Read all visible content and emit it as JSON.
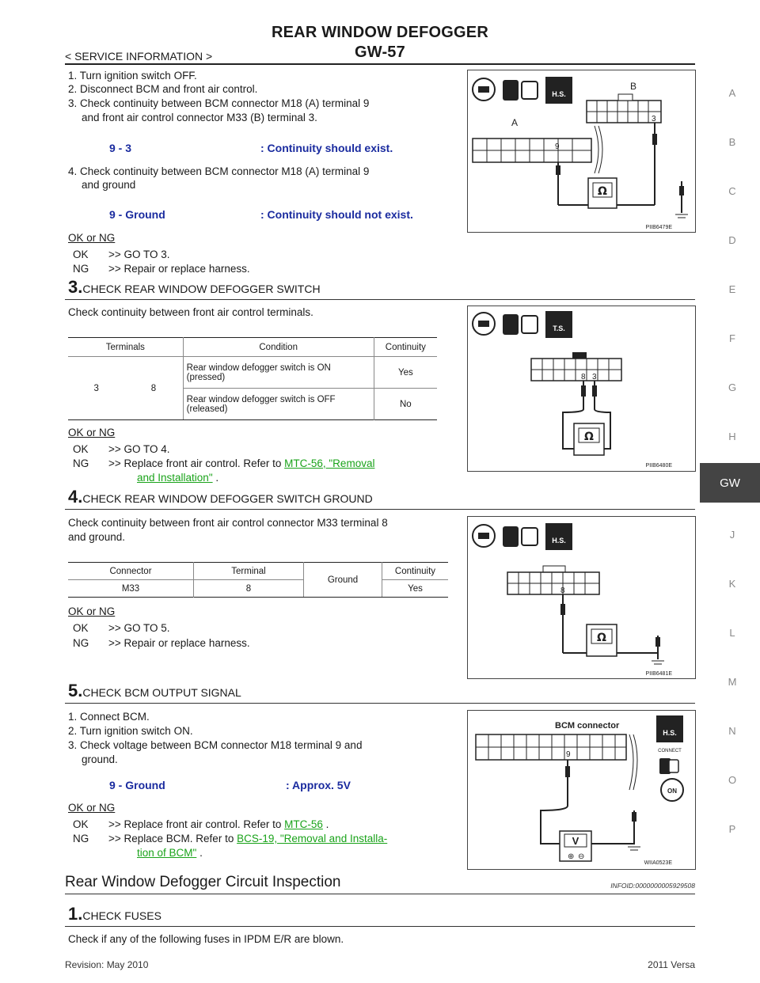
{
  "header": {
    "title": "REAR WINDOW DEFOGGER",
    "code": "GW-57",
    "subtitle": "< SERVICE INFORMATION >"
  },
  "side_index": {
    "letters": [
      "A",
      "B",
      "C",
      "D",
      "E",
      "F",
      "G",
      "H",
      "GW",
      "J",
      "K",
      "L",
      "M",
      "N",
      "O",
      "P"
    ],
    "active": "GW"
  },
  "step2": {
    "l1": "1. Turn ignition switch OFF.",
    "l2": "2. Disconnect BCM and front air control.",
    "l3a": "3. Check continuity between BCM connector M18 (A) terminal 9",
    "l3b": "and front air control connector M33 (B) terminal 3.",
    "spec1_label": "9 - 3",
    "spec1_value": ": Continuity should exist.",
    "l4a": "4. Check continuity between BCM connector M18 (A) terminal 9",
    "l4b": "and ground",
    "spec2_label": "9 - Ground",
    "spec2_value": ": Continuity should not exist.",
    "okng": "OK or NG",
    "ok": "OK",
    "ok_text": ">> GO TO 3.",
    "ng": "NG",
    "ng_text": ">> Repair or replace harness.",
    "figure": {
      "id": "PIIB6479E",
      "label_a": "A",
      "label_b": "B",
      "pin_a": "9",
      "pin_b": "3",
      "badge1": "OFF",
      "badge2": "H.S."
    }
  },
  "step3": {
    "num": "3.",
    "title": "CHECK REAR WINDOW DEFOGGER SWITCH",
    "desc": "Check continuity between front air control terminals.",
    "table": {
      "headers": [
        "Terminals",
        "Condition",
        "Continuity"
      ],
      "t1": "3",
      "t2": "8",
      "row1_cond_a": "Rear window defogger switch is ON",
      "row1_cond_b": "(pressed)",
      "row1_cont": "Yes",
      "row2_cond_a": "Rear window defogger switch is OFF",
      "row2_cond_b": "(released)",
      "row2_cont": "No"
    },
    "okng": "OK or NG",
    "ok": "OK",
    "ok_text": ">> GO TO 4.",
    "ng": "NG",
    "ng_text": ">> Replace front air control. Refer to",
    "ng_link_a": "MTC-56, \"Removal",
    "ng_link_b": "and Installation\"",
    "ng_end": ".",
    "figure": {
      "id": "PIIB6480E",
      "pin_8": "8",
      "pin_3": "3",
      "badge1": "OFF",
      "badge2": "T.S."
    }
  },
  "step4": {
    "num": "4.",
    "title": "CHECK REAR WINDOW DEFOGGER SWITCH GROUND",
    "desc_a": "Check continuity between front air control connector M33 terminal 8",
    "desc_b": "and ground.",
    "table": {
      "headers": [
        "Connector",
        "Terminal",
        "Continuity"
      ],
      "ground": "Ground",
      "connector": "M33",
      "terminal": "8",
      "continuity": "Yes"
    },
    "okng": "OK or NG",
    "ok": "OK",
    "ok_text": ">> GO TO 5.",
    "ng": "NG",
    "ng_text": ">> Repair or replace harness.",
    "figure": {
      "id": "PIIB6481E",
      "pin": "8",
      "badge1": "OFF",
      "badge2": "H.S."
    }
  },
  "step5": {
    "num": "5.",
    "title": "CHECK BCM OUTPUT SIGNAL",
    "l1": "1. Connect BCM.",
    "l2": "2. Turn ignition switch ON.",
    "l3a": "3. Check voltage between BCM connector M18 terminal 9 and",
    "l3b": "ground.",
    "spec_label": "9 - Ground",
    "spec_value": ": Approx. 5V",
    "okng": "OK or NG",
    "ok": "OK",
    "ok_text": ">> Replace front air control. Refer to",
    "ok_link": "MTC-56",
    "ok_end": ".",
    "ng": "NG",
    "ng_text": ">> Replace BCM. Refer to",
    "ng_link_a": "BCS-19, \"Removal and Installa-",
    "ng_link_b": "tion of BCM\"",
    "ng_end": ".",
    "figure": {
      "id": "WIIA0523E",
      "title": "BCM connector",
      "pin": "9",
      "meter": "V",
      "plus": "⊕",
      "minus": "⊖",
      "badge_hs": "H.S.",
      "connect": "CONNECT",
      "badge_on": "ON"
    }
  },
  "section": {
    "title": "Rear Window Defogger Circuit Inspection",
    "infoid": "INFOID:0000000005929508"
  },
  "step1": {
    "num": "1.",
    "title": "CHECK FUSES",
    "desc": "Check if any of the following fuses in IPDM E/R are blown."
  },
  "footer": {
    "revision": "Revision: May 2010",
    "model": "2011 Versa"
  },
  "colors": {
    "spec_blue": "#1a2b9f",
    "link_green": "#1aa31a",
    "tab_bg": "#444444"
  }
}
